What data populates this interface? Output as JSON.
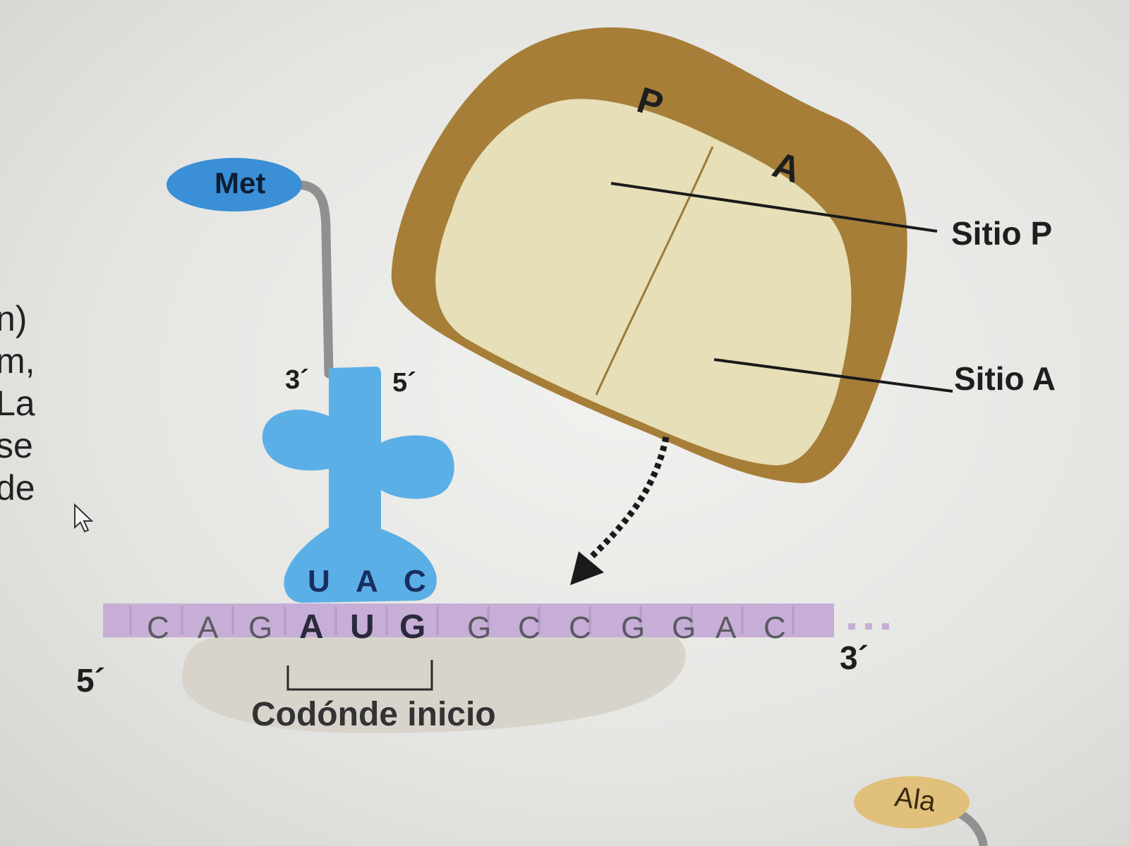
{
  "side_text": [
    "n)",
    "m,",
    "La",
    "se",
    "de"
  ],
  "trna": {
    "amino_acid": "Met",
    "end_3": "3´",
    "end_5": "5´",
    "anticodon": [
      "U",
      "A",
      "C"
    ]
  },
  "ribosome": {
    "p_letter": "P",
    "a_letter": "A",
    "label_p_site": "Sitio P",
    "label_a_site": "Sitio A"
  },
  "mrna": {
    "end_5": "5´",
    "end_3": "3´",
    "bases": [
      "C",
      "A",
      "G",
      "A",
      "U",
      "G",
      "G",
      "C",
      "C",
      "G",
      "G",
      "A",
      "C"
    ],
    "start_codon_label": "Codónde inicio"
  },
  "next_trna": {
    "amino_acid": "Ala"
  },
  "colors": {
    "trna_blue": "#5aafe6",
    "met_blue": "#3a8fd6",
    "ribosome_outer": "#a67e38",
    "ribosome_inner": "#e6dfb8",
    "mrna_purple": "#c6aed6",
    "small_subunit": "#d8d4cc",
    "ala_fill": "#e0c07a"
  }
}
